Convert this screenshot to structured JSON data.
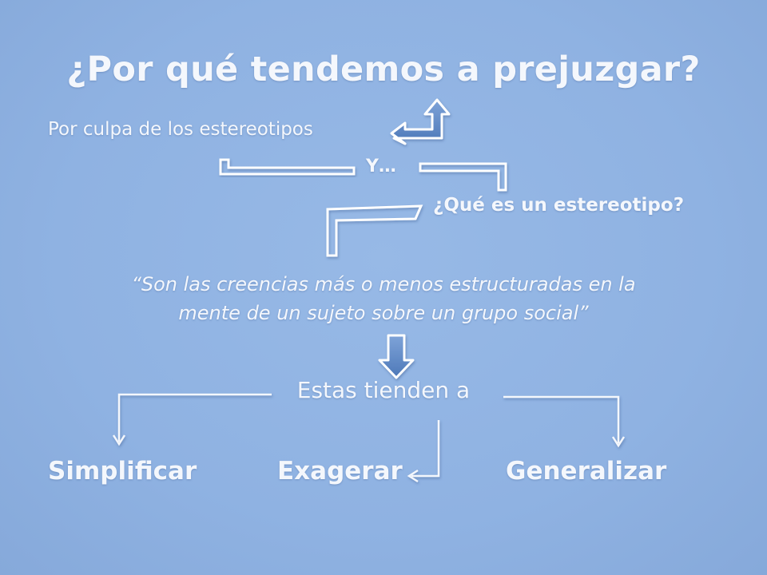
{
  "title": "¿Por qué tendemos a prejuzgar?",
  "nodes": {
    "by_stereotypes": "Por culpa de los estereotipos",
    "and": "Y…",
    "what_is": "¿Qué es un estereotipo?",
    "definition_line1": "“Son las creencias más o menos estructuradas en la",
    "definition_line2": "mente de un sujeto sobre un grupo social”",
    "tend_to": "Estas tienden a",
    "simplify": "Simplificar",
    "exaggerate": "Exagerar",
    "generalize": "Generalizar"
  },
  "colors": {
    "background": "#8fb2e2",
    "text": "#f4f7fc",
    "arrow_outline": "#ffffff",
    "arrow_fill": "#5b86c4"
  }
}
